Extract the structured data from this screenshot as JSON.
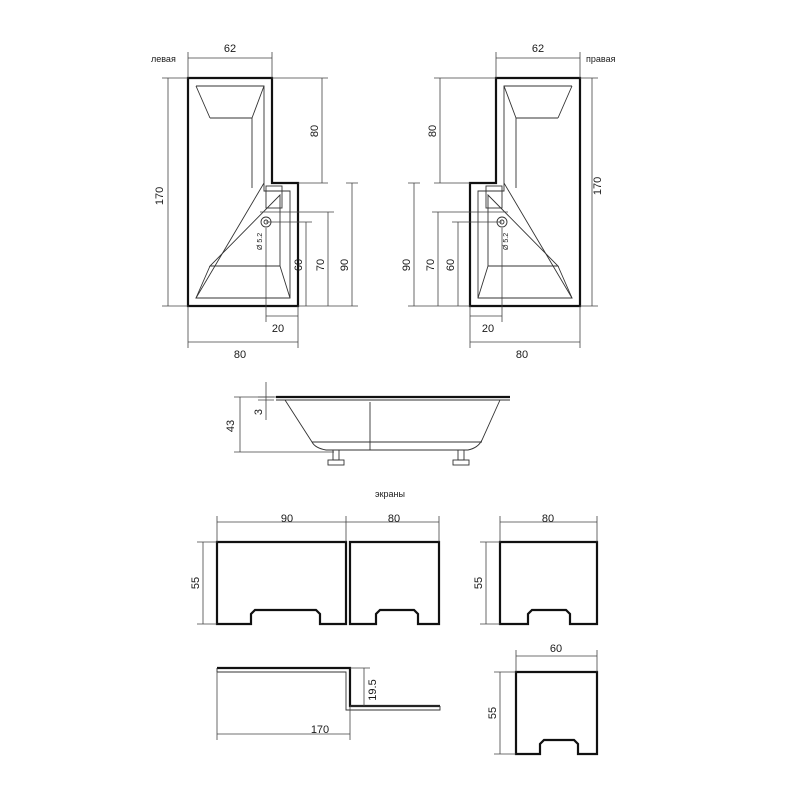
{
  "top_left": {
    "label": "левая",
    "dims": {
      "d62": "62",
      "d80_top": "80",
      "d170": "170",
      "d90": "90",
      "d70": "70",
      "d60": "60",
      "d20": "20",
      "d80_bottom": "80"
    },
    "drain": "Ø 5.2"
  },
  "top_right": {
    "label": "правая",
    "dims": {
      "d62": "62",
      "d80_top": "80",
      "d170": "170",
      "d90": "90",
      "d70": "70",
      "d60": "60",
      "d20": "20",
      "d80_bottom": "80"
    },
    "drain": "Ø 5.2"
  },
  "side": {
    "d43": "43",
    "d3": "3"
  },
  "screens": {
    "title": "экраны",
    "front": {
      "d90": "90",
      "d80": "80",
      "d55": "55"
    },
    "end80": {
      "d80": "80",
      "d55": "55"
    },
    "plan": {
      "d19_5": "19.5",
      "d170": "170"
    },
    "end60": {
      "d60": "60",
      "d55": "55"
    }
  }
}
